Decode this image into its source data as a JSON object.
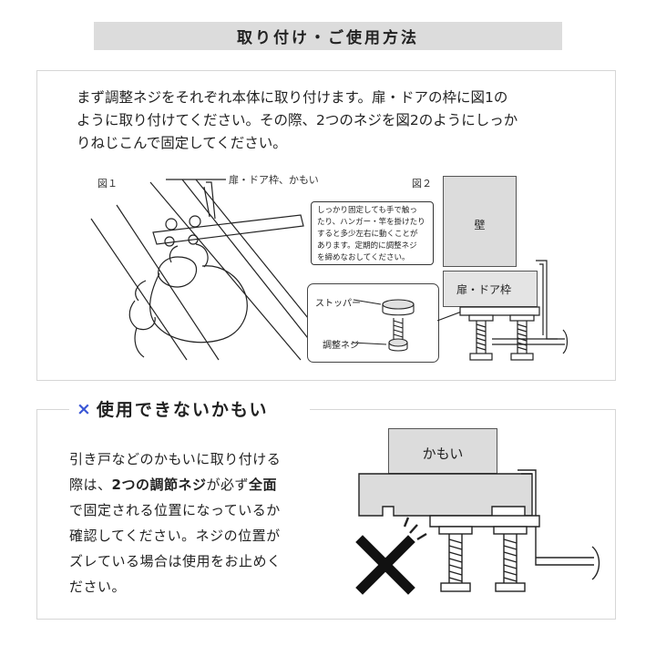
{
  "header": {
    "title": "取り付け・ご使用方法"
  },
  "section1": {
    "intro_lines": [
      "まず調整ネジをそれぞれ本体に取り付けます。扉・ドアの枠に図1の",
      "ように取り付けてください。その際、2つのネジを図2のようにしっか",
      "りねじこんで固定してください。"
    ],
    "fig1_label": "図１",
    "fig1_caption": "扉・ドア枠、かもい",
    "fig2_label": "図２",
    "note_lines": [
      "しっかり固定しても手で触っ",
      "たり、ハンガー・竿を掛けたり",
      "すると多少左右に動くことが",
      "あります。定期的に調整ネジ",
      "を締めなおしてください。"
    ],
    "stopper_label": "ストッパー",
    "screw_label": "調整ネジ",
    "wall_label": "壁",
    "frame_label": "扉・ドア枠"
  },
  "section2": {
    "title_mark": "×",
    "title": "使用できないかもい",
    "warn": {
      "p1": "引き戸などのかもいに取り付ける",
      "p2a": "際は、",
      "p2b": "2つの調節ネジ",
      "p2c": "が必ず",
      "p2d": "全面",
      "p3": "で固定される位置になっているか",
      "p4": "確認してください。ネジの位置が",
      "p5": "ズレている場合は使用をお止めく",
      "p6": "ださい。"
    },
    "kamoi_label": "かもい"
  },
  "colors": {
    "accent_x": "#3a57d6",
    "title_bg": "#dcdcdc",
    "block_gray": "#dcdcdc"
  }
}
